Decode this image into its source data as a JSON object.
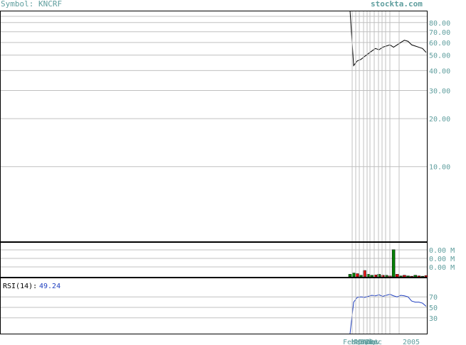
{
  "header": {
    "symbol_prefix": "Symbol: ",
    "symbol": "KNCRF",
    "brand": "stockta.com"
  },
  "colors": {
    "accent": "#5f9e9e",
    "grid": "#c0c0c0",
    "frame": "#000000",
    "price_line": "#000000",
    "rsi_line": "#2040c0",
    "rsi_value": "#2040c0",
    "volume_up": "#008000",
    "volume_down": "#e00000"
  },
  "chart_data": [
    {
      "type": "line",
      "panel": "price",
      "title": "",
      "scale": "log",
      "y_ticks": [
        10,
        20,
        30,
        40,
        50,
        60,
        70,
        80
      ],
      "y_tick_labels": [
        "10.00",
        "20.00",
        "30.00",
        "40.00",
        "50.00",
        "60.00",
        "70.00",
        "80.00"
      ],
      "ylim": [
        3.4,
        95
      ],
      "grid": true,
      "x_count": 22,
      "series": [
        {
          "values": [
            95,
            43,
            46,
            47,
            49,
            51,
            53,
            55,
            54,
            56,
            57,
            58,
            56,
            58,
            60,
            62,
            61,
            58,
            57,
            56,
            55,
            52
          ]
        }
      ]
    },
    {
      "type": "bar",
      "panel": "volume",
      "y_tick_labels": [
        "0.00 M",
        "0.00 M",
        "0.00 M"
      ],
      "ylim": [
        0,
        1
      ],
      "grid": true,
      "values": [
        0.08,
        0.12,
        0.1,
        0.05,
        0.2,
        0.08,
        0.05,
        0.06,
        0.08,
        0.05,
        0.05,
        0.03,
        0.85,
        0.08,
        0.03,
        0.05,
        0.03,
        0.02,
        0.05,
        0.03,
        0.02,
        0.04
      ],
      "direction": [
        "up",
        "up",
        "down",
        "up",
        "down",
        "up",
        "up",
        "down",
        "up",
        "down",
        "up",
        "down",
        "up",
        "down",
        "up",
        "down",
        "up",
        "down",
        "up",
        "down",
        "up",
        "down"
      ]
    },
    {
      "type": "line",
      "panel": "rsi",
      "label_text": "RSI(14):",
      "value_text": "49.24",
      "y_ticks": [
        30,
        50,
        70
      ],
      "y_tick_labels": [
        "30",
        "50",
        "70"
      ],
      "ylim": [
        0,
        100
      ],
      "grid": true,
      "series": [
        {
          "values": [
            0,
            60,
            69,
            70,
            69,
            71,
            73,
            72,
            74,
            71,
            73,
            75,
            72,
            70,
            73,
            72,
            70,
            62,
            60,
            60,
            58,
            52
          ]
        }
      ]
    }
  ],
  "x_axis": {
    "month_labels": [
      "Feb",
      "Mar",
      "Apr",
      "May",
      "Jun",
      "Jul",
      "Aug",
      "Sep",
      "Oct",
      "Nov",
      "Dec",
      "2005"
    ]
  }
}
